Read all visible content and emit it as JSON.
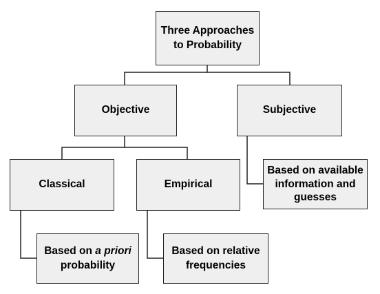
{
  "diagram": {
    "root": {
      "line1": "Three Approaches",
      "line2": "to Probability"
    },
    "objective": {
      "label": "Objective"
    },
    "subjective": {
      "label": "Subjective",
      "note": {
        "line1": "Based on available",
        "line2": "information and",
        "line3": "guesses"
      }
    },
    "classical": {
      "label": "Classical",
      "note": {
        "prefix": "Based on ",
        "emph": "a priori",
        "line2": "probability"
      }
    },
    "empirical": {
      "label": "Empirical",
      "note": {
        "line1": "Based on relative",
        "line2": "frequencies"
      }
    }
  }
}
